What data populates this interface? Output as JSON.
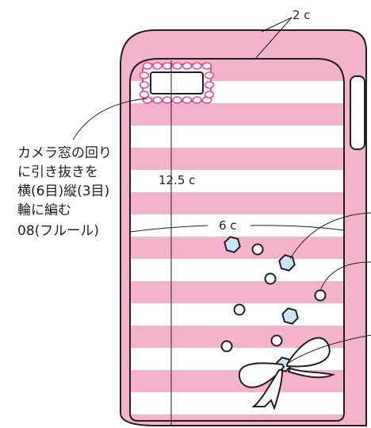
{
  "diagram": {
    "colors": {
      "stripe_pink": "#f4b3cd",
      "stripe_white": "#ffffff",
      "outline": "#231f20",
      "gem_fill": "#c9e6f2",
      "eyelet_pink": "#e94b9b",
      "leader_line": "#231f20"
    },
    "labels": {
      "border_width": "2 c",
      "case_height": "12.5 c",
      "case_width": "6 c"
    },
    "note": {
      "line1": "カメラ窓の回り",
      "line2": "に引き抜きを",
      "line3": "横(6目)縦(3目)",
      "line4": "輪に編む",
      "line5": "08(フルール)"
    },
    "decorations": {
      "gems": "hexagon-gem-icon",
      "beads": "ring-bead-icon",
      "bow": "ribbon-bow-icon"
    }
  }
}
